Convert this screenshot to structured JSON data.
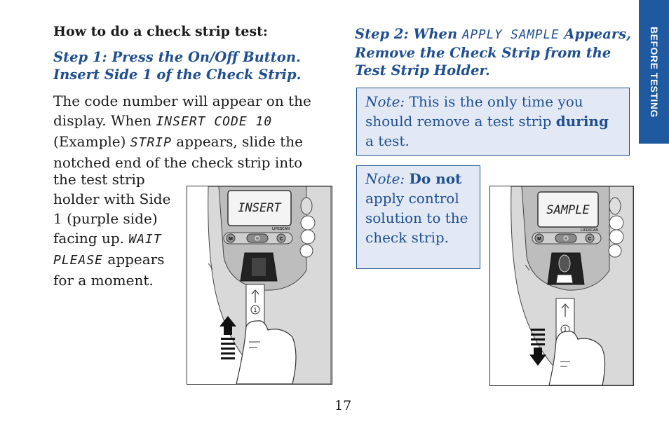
{
  "heading": "How to do a check strip test:",
  "step1": "Step 1:  Press the On/Off Button. Insert Side 1 of the Check Strip.",
  "para1": {
    "t1": "The code number will appear on the display. When ",
    "lcd1": "INSERT CODE 10",
    "t2": " (Example) ",
    "lcd2": "STRIP",
    "t3": " appears, slide the notched end of the check strip into"
  },
  "para2": {
    "t1": "the test strip holder with Side 1 (purple side) facing up. ",
    "lcd1": "WAIT PLEASE",
    "t2": " appears for a moment."
  },
  "step2": {
    "prefix": "Step 2:  When ",
    "lcd": "APPLY SAMPLE",
    "suffix": " Appears, Remove the Check Strip from the Test Strip Holder."
  },
  "note1": {
    "label": "Note:",
    "t1": " This is the only time you should remove a test strip ",
    "bold": "during",
    "t2": " a test."
  },
  "note2": {
    "label": "Note:",
    "bold": "Do not",
    "t1": " apply control solution to the check strip."
  },
  "side_tab": "BEFORE TESTING",
  "page_number": "17",
  "illustration1": {
    "display": "INSERT",
    "brand": "LIFESCAN",
    "btn_m": "M",
    "btn_c": "C",
    "strip_side": "1"
  },
  "illustration2": {
    "display": "SAMPLE",
    "brand": "LIFESCAN",
    "btn_m": "M",
    "btn_c": "C",
    "strip_side": "1"
  },
  "colors": {
    "accent": "#1f4f8f",
    "tab": "#1f5aa0",
    "note_bg": "#e3e9f4"
  }
}
